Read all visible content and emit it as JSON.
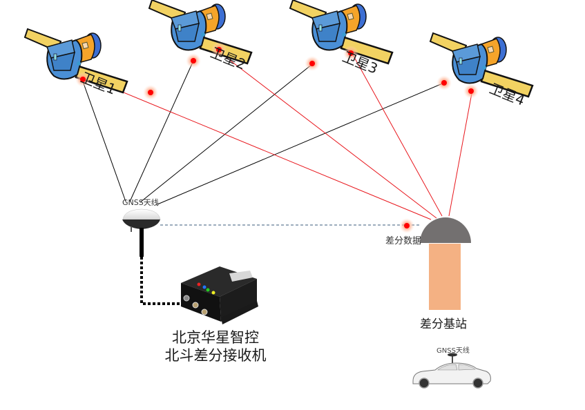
{
  "satellites": [
    {
      "label": "卫星1"
    },
    {
      "label": "卫星2"
    },
    {
      "label": "卫星3"
    },
    {
      "label": "卫星4"
    }
  ],
  "rover_antenna": {
    "label": "GNSS天线"
  },
  "differential_data": {
    "label": "差分数据"
  },
  "base_station": {
    "label": "差分基站"
  },
  "receiver": {
    "line1": "北京华星智控",
    "line2": "北斗差分接收机"
  },
  "vehicle": {
    "antenna_label": "GNSS天线"
  },
  "colors": {
    "signal_to_base": "#e8151b",
    "signal_to_rover": "#000000",
    "dashed_link": "#3a5a7a",
    "station_dome": "#737070",
    "station_body": "#f4b183",
    "signal_dot": "#ff0000",
    "signal_glow": "#ffc6b0",
    "satellite_body": "#4a8fd6",
    "satellite_ring": "#f5a42a",
    "satellite_end": "#3d6fd3",
    "solar_panel": "#f2d262"
  }
}
